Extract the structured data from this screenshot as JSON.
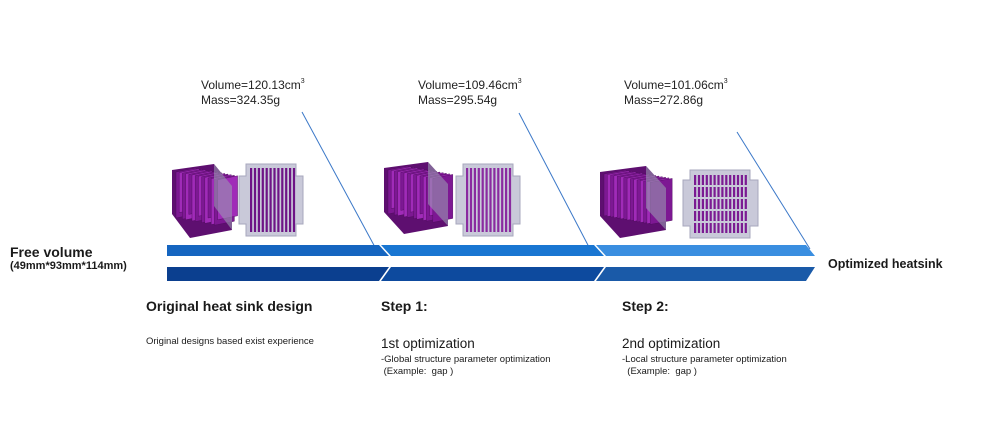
{
  "input": {
    "title": "Free volume",
    "dimensions": "(49mm*93mm*114mm)"
  },
  "stages": [
    {
      "volume_prefix": "Volume=",
      "volume_value": "120.13",
      "volume_unit": "cm",
      "volume_exp": "3",
      "mass": "Mass=324.35g",
      "title": "Original  heat sink design",
      "subtitle": "",
      "desc_line1": "Original designs based exist experience",
      "desc_line2": ""
    },
    {
      "volume_prefix": "Volume=",
      "volume_value": "109.46",
      "volume_unit": "cm",
      "volume_exp": "3",
      "mass": "Mass=295.54g",
      "title": "Step 1:",
      "subtitle": "1st optimization",
      "desc_line1": "-Global structure parameter optimization",
      "desc_line2": " (Example:  gap )"
    },
    {
      "volume_prefix": "Volume=",
      "volume_value": "101.06",
      "volume_unit": "cm",
      "volume_exp": "3",
      "mass": "Mass=272.86g",
      "title": "Step 2:",
      "subtitle": "2nd optimization",
      "desc_line1": "-Local structure parameter optimization",
      "desc_line2": "  (Example:  gap )"
    }
  ],
  "output": {
    "label": "Optimized heatsink"
  },
  "colors": {
    "arrow_dark": "#0b4fa3",
    "arrow_mid": "#1565c0",
    "arrow_light": "#2f86d6",
    "callout_line": "#3b78c8",
    "fin_purple": "#8a1c9e",
    "fin_light": "#c07ad0",
    "base_gray": "#c9c9d9"
  }
}
